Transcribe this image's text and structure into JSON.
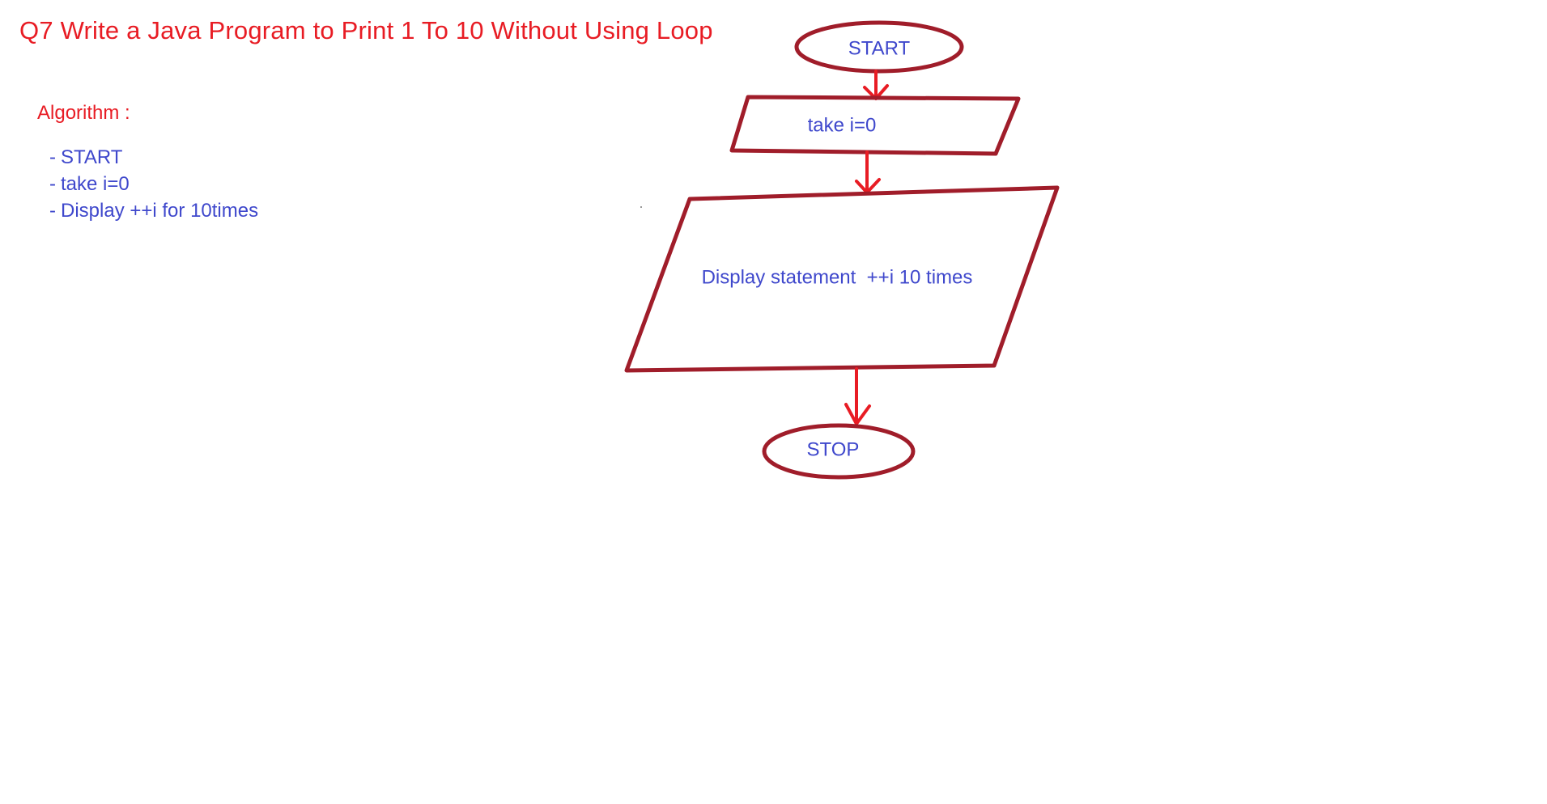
{
  "title": "Q7 Write a Java Program to Print 1 To 10 Without Using Loop",
  "algorithm": {
    "heading": "Algorithm :",
    "steps": [
      "START",
      "take i=0",
      "Display ++i for 10times"
    ],
    "step_prefix": "-"
  },
  "flowchart": {
    "start": "START",
    "init": "take i=0",
    "display": "Display statement  ++i 10 times",
    "stop": "STOP"
  },
  "colors": {
    "title": "#e81c24",
    "text": "#3f48cc",
    "shape_outline": "#a01d2a",
    "arrow": "#e81c24"
  }
}
